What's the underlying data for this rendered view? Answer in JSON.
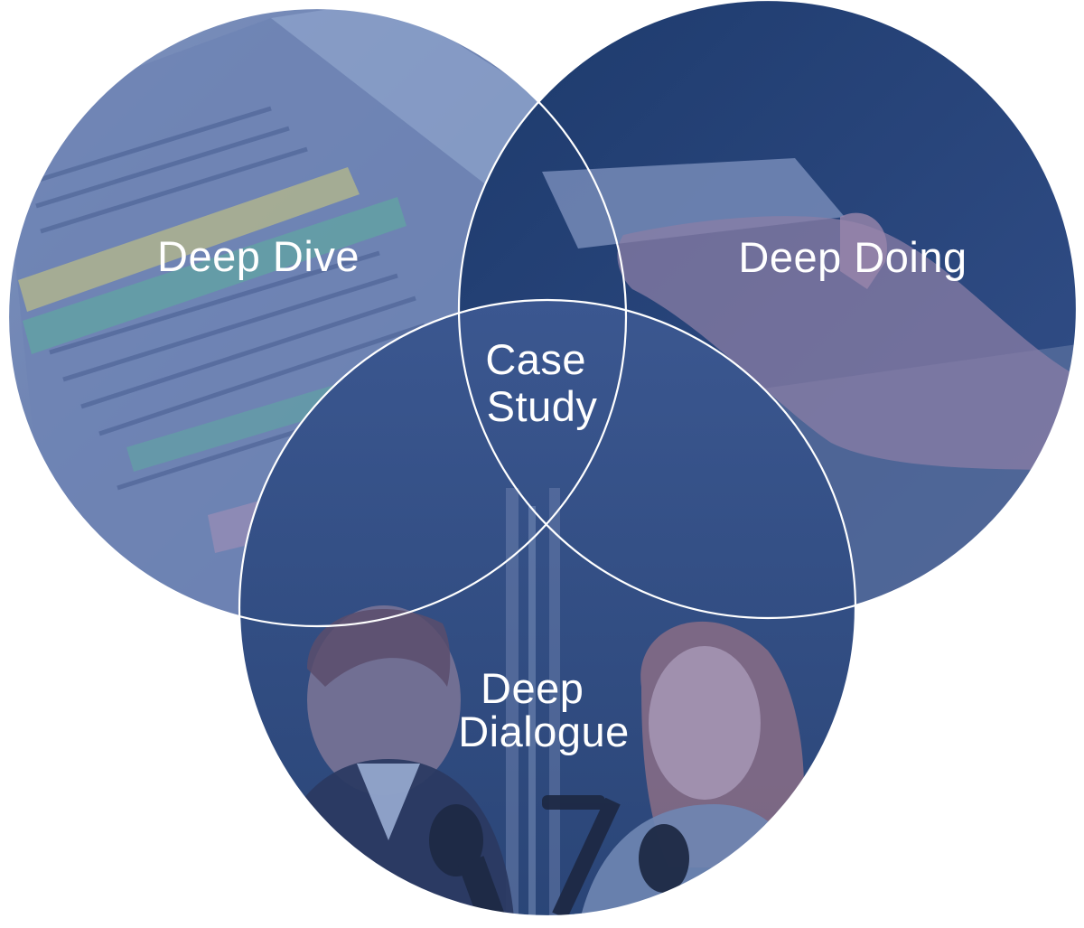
{
  "diagram": {
    "circles": [
      {
        "id": "deep-dive",
        "lines": [
          "Deep Dive"
        ],
        "photo": "book-with-highlighted-text"
      },
      {
        "id": "deep-doing",
        "lines": [
          "Deep Doing"
        ],
        "photo": "hand-holding-phone-over-laptop"
      },
      {
        "id": "deep-dialogue",
        "lines": [
          "Deep",
          "Dialogue"
        ],
        "photo": "podcast-conversation"
      }
    ],
    "center": {
      "lines": [
        "Case",
        "Study"
      ]
    },
    "colors": {
      "deep_dive_tint": "#5c73a6",
      "deep_doing_tint": "#1f3b6e",
      "deep_dialogue_tint": "#2d4a80",
      "outline": "#ffffff",
      "label": "#ffffff"
    }
  }
}
